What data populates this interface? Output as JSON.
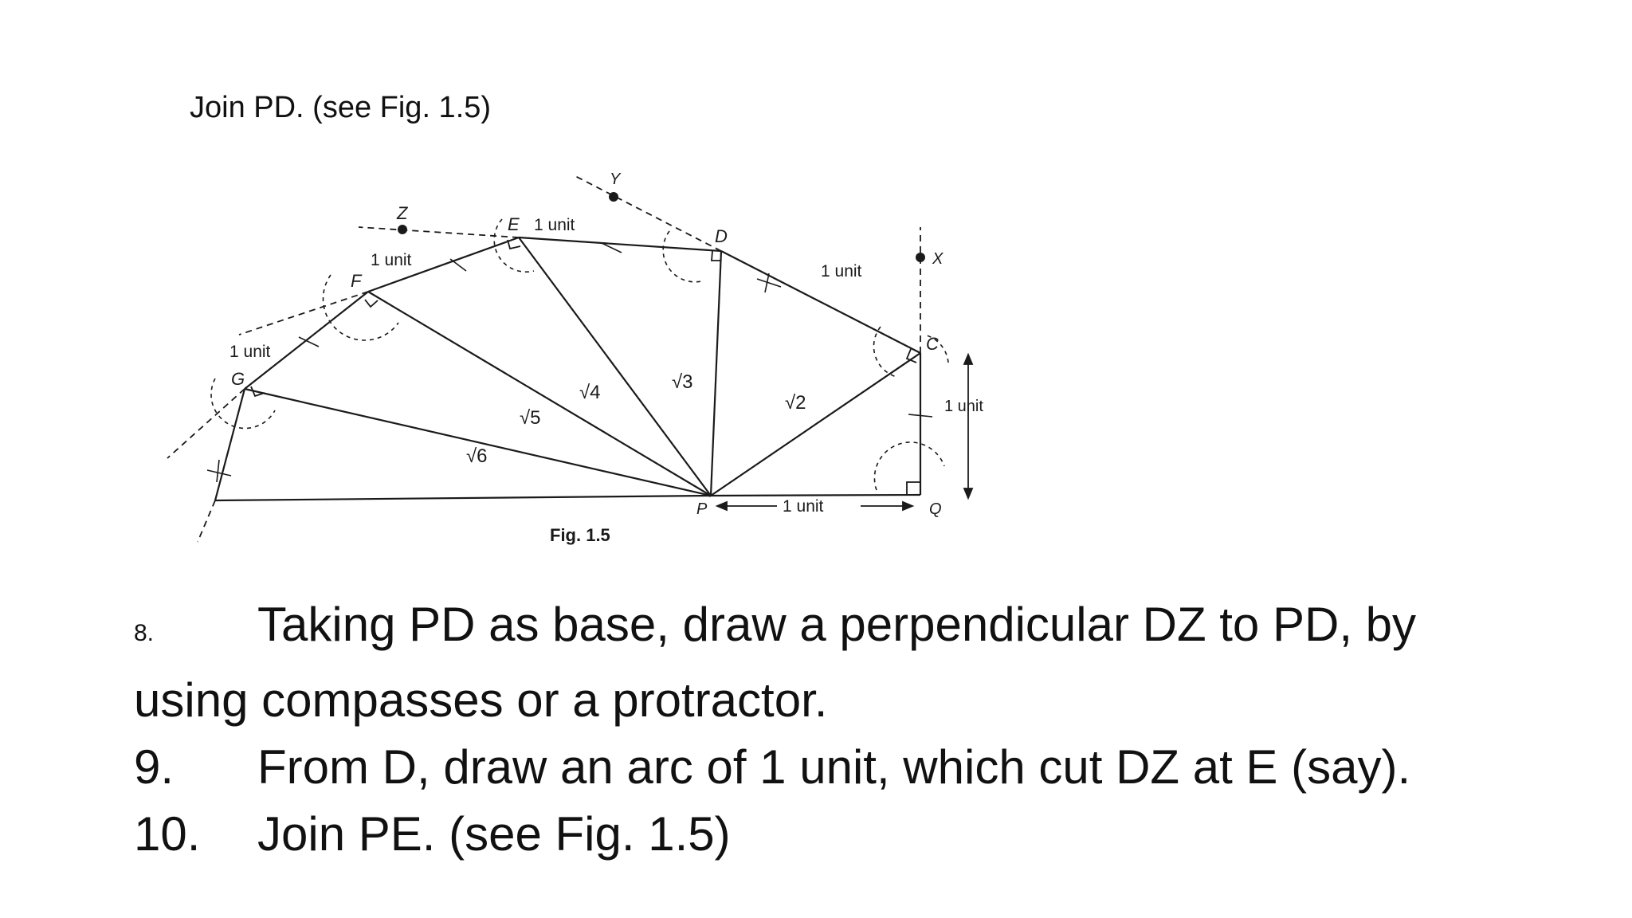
{
  "slide": {
    "top_text": "Join PD. (see Fig. 1.5)",
    "figure": {
      "caption": "Fig. 1.5",
      "points": {
        "P": "P",
        "Q": "Q",
        "C": "C",
        "D": "D",
        "E": "E",
        "F": "F",
        "G": "G",
        "X": "X",
        "Y": "Y",
        "Z": "Z"
      },
      "unit_labels": [
        "1 unit",
        "1 unit",
        "1 unit",
        "1 unit",
        "1 unit",
        "1 unit"
      ],
      "radicals": [
        "√2",
        "√3",
        "√4",
        "√5",
        "√6"
      ]
    },
    "steps": [
      {
        "number": "8.",
        "text": "Taking PD as base, draw a perpendicular DZ to PD, by"
      },
      {
        "continuation": "using compasses or a protractor."
      },
      {
        "number": "9.",
        "text": "From D, draw an arc of 1 unit, which cut DZ at E (say)."
      },
      {
        "number": "10.",
        "text": "Join PE. (see Fig. 1.5)"
      }
    ]
  }
}
